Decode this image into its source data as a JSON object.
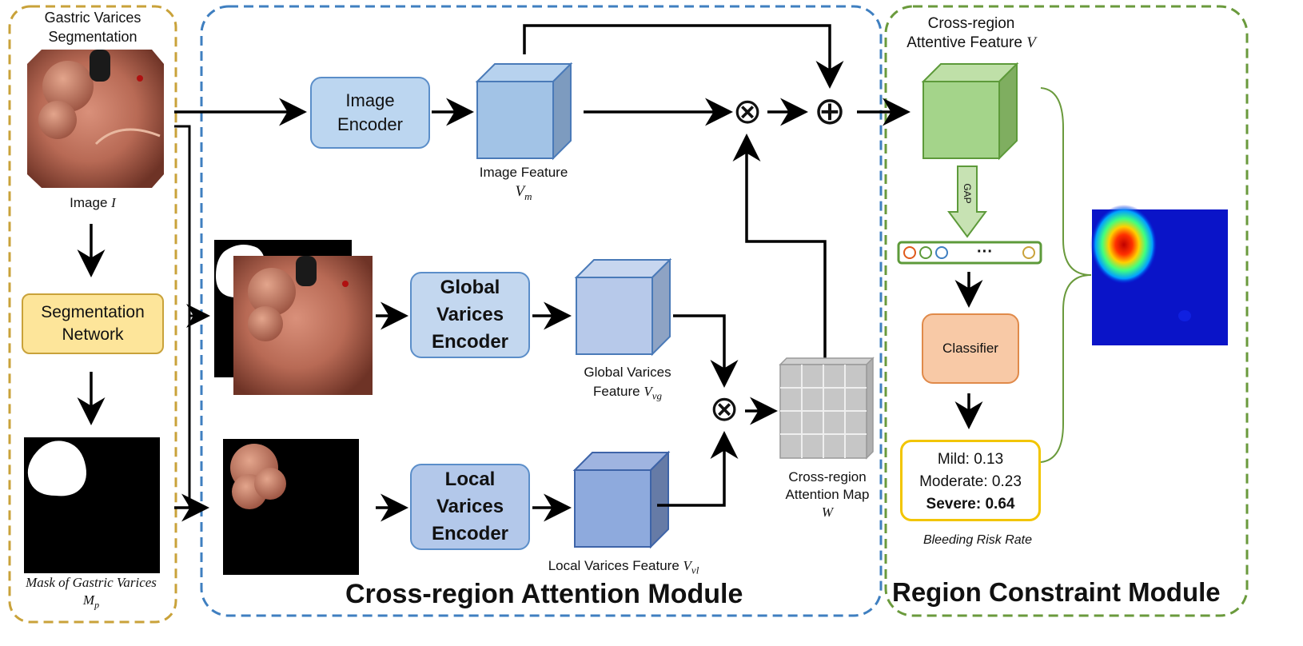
{
  "left": {
    "title_line1": "Gastric Varices",
    "title_line2": "Segmentation",
    "image_label": "Image",
    "image_symbol": "I",
    "seg_line1": "Segmentation",
    "seg_line2": "Network",
    "mask_label": "Mask of Gastric Varices",
    "mask_symbol": "M",
    "mask_sub": "p"
  },
  "middle": {
    "image_encoder_l1": "Image",
    "image_encoder_l2": "Encoder",
    "image_feature_label": "Image Feature",
    "image_feature_symbol": "V",
    "image_feature_sub": "m",
    "global_l1": "Global",
    "global_l2": "Varices",
    "global_l3": "Encoder",
    "global_feature_l1": "Global Varices",
    "global_feature_l2": "Feature",
    "global_feature_symbol": "V",
    "global_feature_sub": "vg",
    "local_l1": "Local",
    "local_l2": "Varices",
    "local_l3": "Encoder",
    "local_feature_label": "Local Varices Feature",
    "local_feature_symbol": "V",
    "local_feature_sub": "vl",
    "map_l1": "Cross-region",
    "map_l2": "Attention Map",
    "map_symbol": "W",
    "otimes": "⊗",
    "oplus": "⊕",
    "module_title": "Cross-region Attention Module"
  },
  "right": {
    "feat_l1": "Cross-region",
    "feat_l2": "Attentive Feature",
    "feat_symbol": "V",
    "gap": "GAP",
    "dots": "···",
    "classifier": "Classifier",
    "mild": "Mild: 0.13",
    "moderate": "Moderate: 0.23",
    "severe": "Severe: 0.64",
    "risk_caption": "Bleeding Risk Rate",
    "module_title": "Region Constraint Module"
  },
  "colors": {
    "left_border": "#c9a23a",
    "middle_border": "#3f7fc0",
    "right_border": "#6a9a3c",
    "seg_fill": "#fde59a",
    "seg_border": "#c9a23a",
    "classifier_fill": "#f8c9a6",
    "classifier_border": "#e08a4a",
    "result_border": "#f2c500"
  }
}
